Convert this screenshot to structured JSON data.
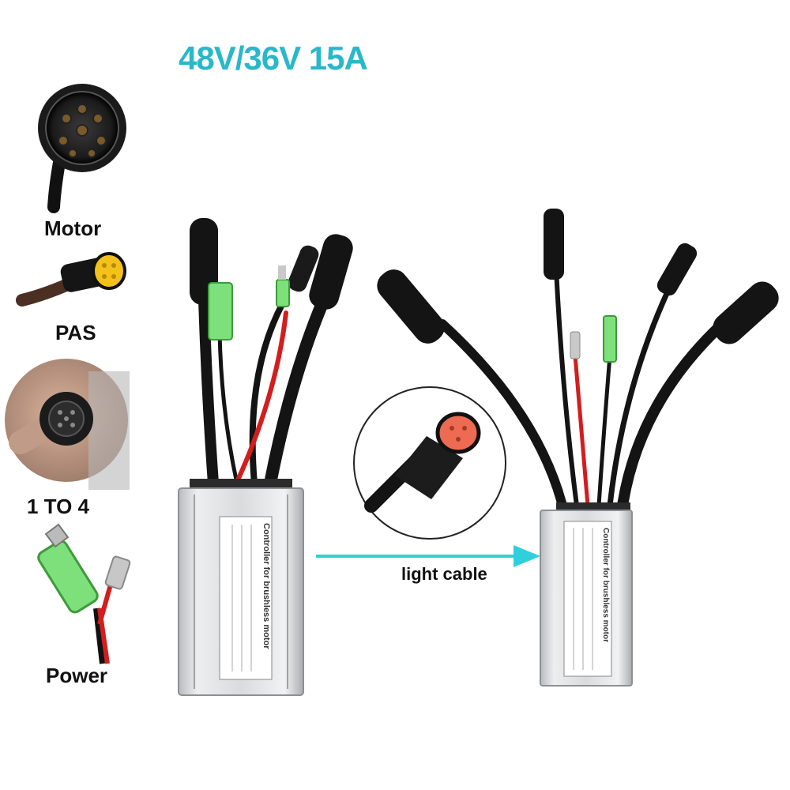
{
  "title": {
    "text": "48V/36V 15A",
    "color": "#29b8c9"
  },
  "connectors": [
    {
      "label": "Motor"
    },
    {
      "label": "PAS"
    },
    {
      "label": "1 TO 4"
    },
    {
      "label": "Power"
    }
  ],
  "arrow": {
    "label": "light cable",
    "color": "#2fd0dc"
  },
  "controller": {
    "plate_title": "Controller for brushless motor"
  },
  "colors": {
    "housing": "#d8dadc",
    "cable": "#141414",
    "red_wire": "#d21e1e",
    "green_sleeve": "#7ee07a",
    "pas_plug": "#f2c21a",
    "light_plug": "#ec6b52"
  }
}
